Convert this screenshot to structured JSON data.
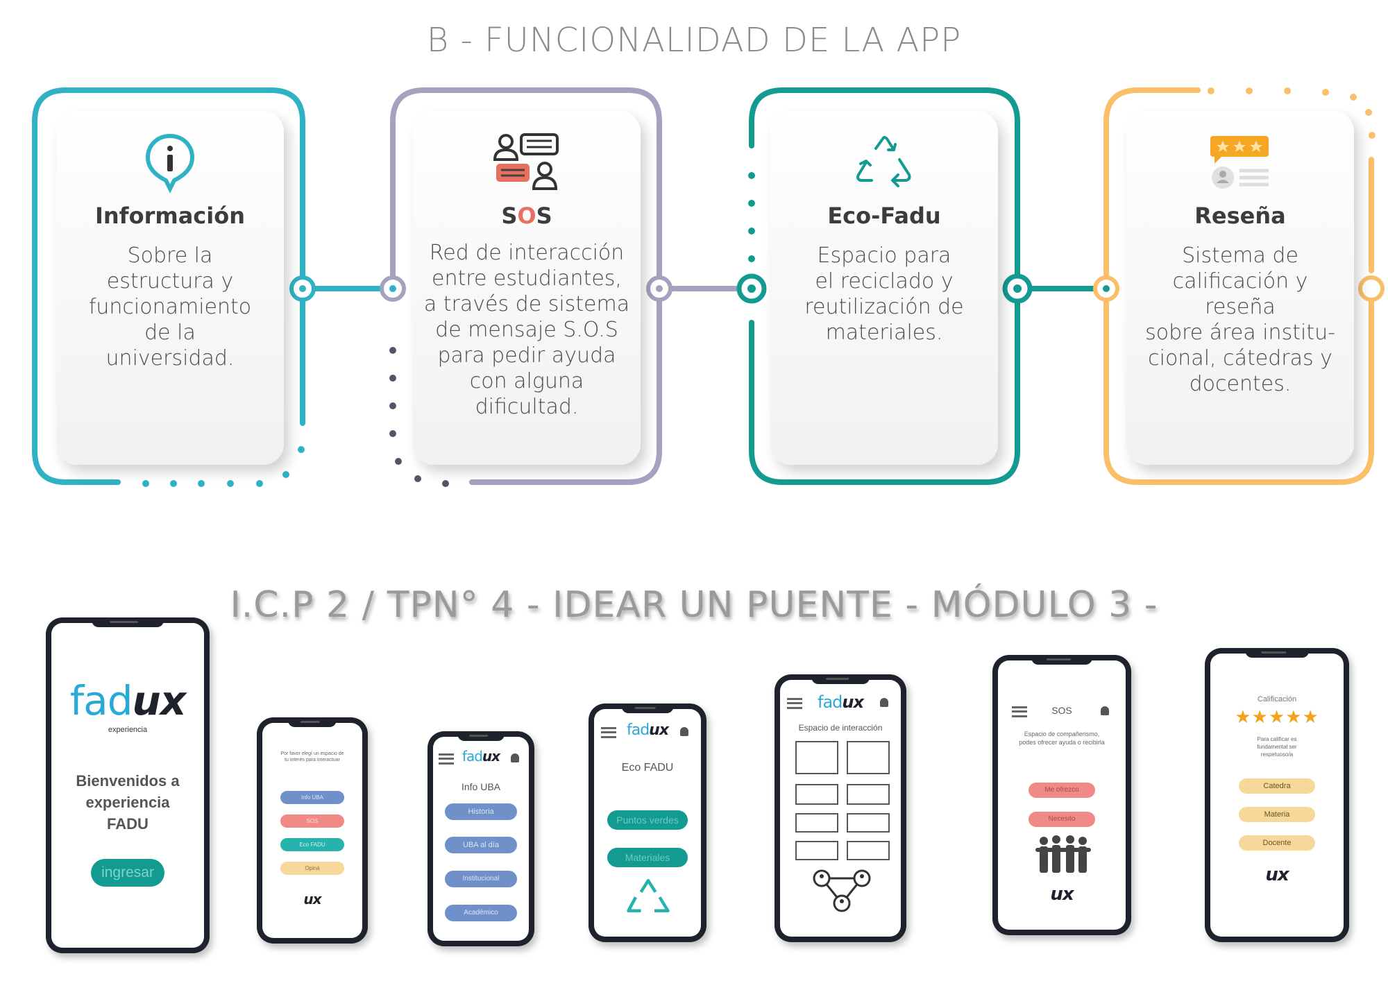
{
  "titles": {
    "main": "B - FUNCIONALIDAD DE LA APP",
    "secondary": "I.C.P 2 / TPN° 4 - IDEAR UN PUENTE  - MÓDULO 3 -"
  },
  "colors": {
    "info": "#2fb3c4",
    "sos": "#a4a3bf",
    "eco": "#139a91",
    "resena": "#fbbf68",
    "sos_highlight": "#e8705f"
  },
  "cards": [
    {
      "title": "Información",
      "description": "Sobre la\nestructura y\nfuncionamiento\nde la\nuniversidad.",
      "icon": "info-pin-icon"
    },
    {
      "title_s1": "S",
      "title_o": "O",
      "title_s2": "S",
      "description": "Red de interacción\nentre estudiantes,\na través de sistema\nde mensaje S.O.S\npara pedir ayuda\ncon alguna\ndificultad.",
      "icon": "chat-users-icon"
    },
    {
      "title": "Eco-Fadu",
      "description": "Espacio para\nel reciclado y\nreutilización de\nmateriales.",
      "icon": "recycle-icon"
    },
    {
      "title": "Reseña",
      "description": "Sistema de\ncalificación y\nreseña\nsobre área institu-\ncional, cátedras y\ndocentes.",
      "icon": "rating-review-icon"
    }
  ],
  "phones": {
    "welcome": {
      "logo_fad": "fad",
      "logo_ux": "ux",
      "tagline": "experiencia",
      "welcome_text": "Bienvenidos a\nexperiencia\nFADU",
      "button": "ingresar"
    },
    "menu": {
      "prompt": "Por favor elegí un espacio de tu interés para interactuar",
      "items": [
        "Info UBA",
        "SOS",
        "Eco FADU",
        "Opiná"
      ],
      "logo": "ux"
    },
    "info": {
      "title": "Info UBA",
      "items": [
        "Historia",
        "UBA al día",
        "Institucional",
        "Académico"
      ]
    },
    "eco": {
      "title": "Eco FADU",
      "items": [
        "Puntos verdes",
        "Materiales"
      ]
    },
    "interaction": {
      "title": "Espacio de interacción"
    },
    "sos": {
      "title": "SOS",
      "text": "Espacio de compañerismo, podes ofrecer ayuda o recibirla",
      "items": [
        "Me ofrezco",
        "Necesito"
      ],
      "logo": "ux"
    },
    "rating": {
      "title": "Calificación",
      "text": "Para calificar es fundamental ser respetuoso/a",
      "items": [
        "Catedra",
        "Materia",
        "Docente"
      ],
      "logo": "ux"
    }
  }
}
